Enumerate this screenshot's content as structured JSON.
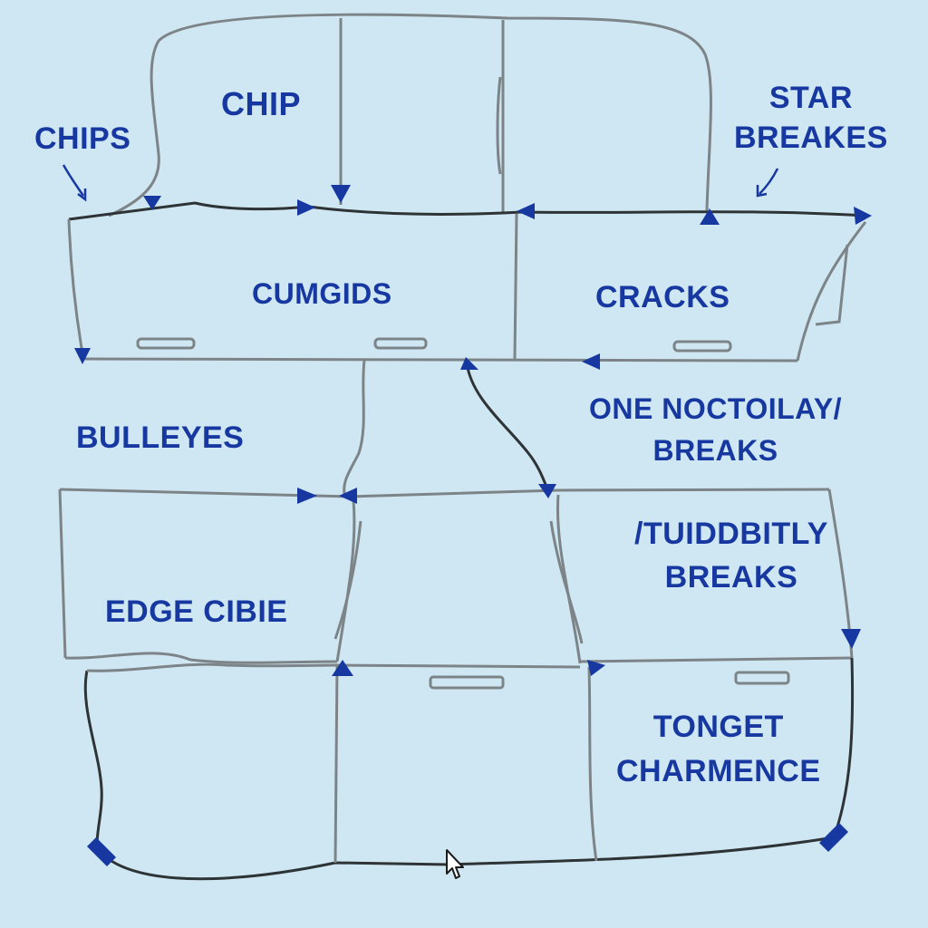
{
  "labels": {
    "chip": "CHIP",
    "chips": "CHIPS",
    "star_breakes": "STAR\nBREAKES",
    "cumgids": "CUMGIDS",
    "cracks": "CRACKS",
    "bulleyes": "BULLEYES",
    "one_noctoilay_breaks": "ONE NOCTOILAY/\nBREAKS",
    "tuiddbitly_breaks": "/TUIDDBITLY\nBREAKS",
    "edge_cibie": "EDGE CIBIE",
    "tonget_charmence": "TONGET\nCHARMENCE"
  },
  "colors": {
    "background": "#cfe7f2",
    "outline": "#7d8488",
    "outline_dark": "#2e3336",
    "arrow": "#1638a0",
    "text": "#1638a0"
  },
  "icons": {
    "cursor": "mouse-pointer-icon"
  }
}
